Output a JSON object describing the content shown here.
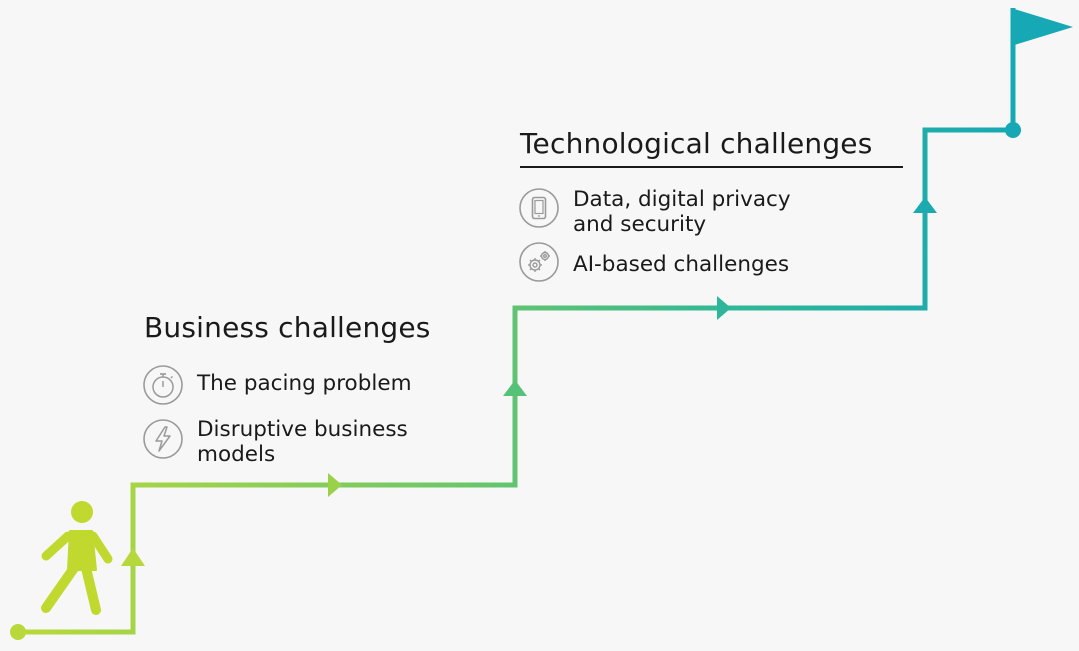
{
  "technological": {
    "title": "Technological challenges",
    "items": [
      {
        "line1": "Data, digital privacy",
        "line2": "and security",
        "icon": "smartphone-icon"
      },
      {
        "line1": "AI-based challenges",
        "icon": "gears-icon"
      }
    ]
  },
  "business": {
    "title": "Business challenges",
    "items": [
      {
        "line1": "The pacing problem",
        "icon": "stopwatch-icon"
      },
      {
        "line1": "Disruptive business",
        "line2": "models",
        "icon": "lightning-icon"
      }
    ]
  },
  "colors": {
    "path_start": "#b9d93a",
    "path_mid": "#3dbb86",
    "path_end": "#16a8b4",
    "walker": "#c1d92f",
    "icon_stroke": "#9a9a9a",
    "text": "#1a1a1a",
    "background": "#f7f7f7"
  }
}
